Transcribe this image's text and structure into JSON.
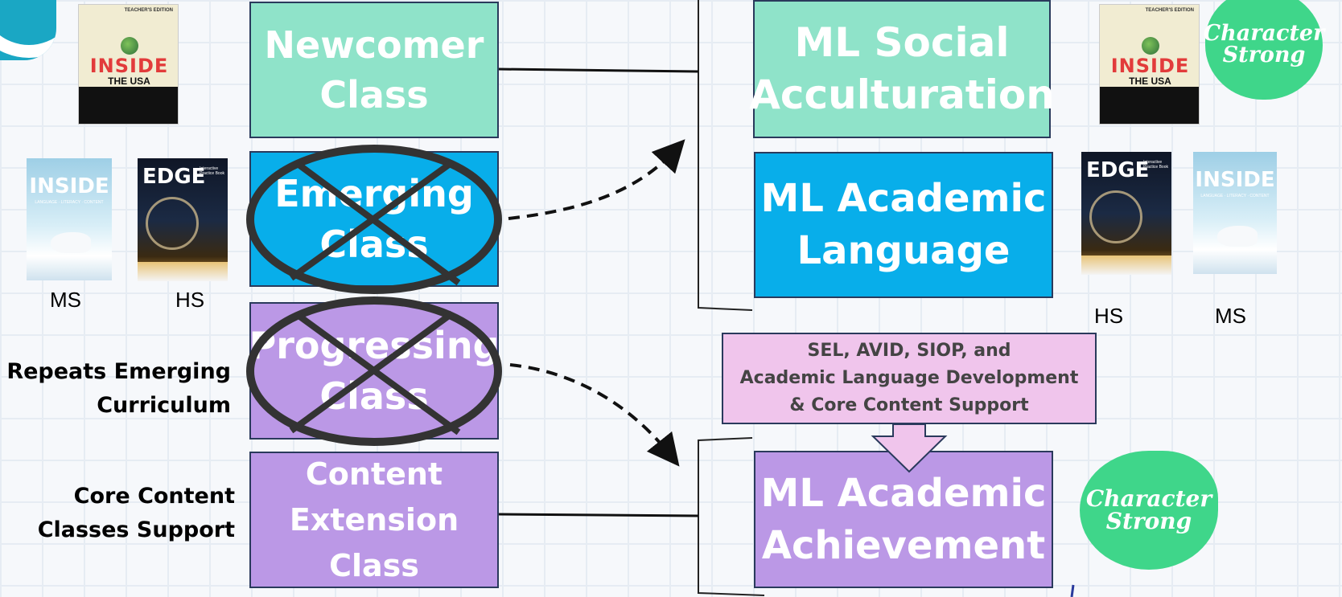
{
  "left_classes": {
    "newcomer": "Newcomer\nClass",
    "emerging": "Emerging\nClass",
    "progressing": "Progressing\nClass",
    "content_extension": "Content\nExtension\nClass"
  },
  "right_classes": {
    "social": "ML Social\nAcculturation",
    "academic_language": "ML Academic\nLanguage",
    "academic_achievement": "ML Academic\nAchievement"
  },
  "support_box": "SEL, AVID, SIOP, and\nAcademic Language Development\n& Core Content Support",
  "side_labels": {
    "repeats": "Repeats Emerging\nCurriculum",
    "core": "Core Content\nClasses Support"
  },
  "grade_labels": {
    "left_ms": "MS",
    "left_hs": "HS",
    "right_hs": "HS",
    "right_ms": "MS"
  },
  "books": {
    "inside_usa": {
      "edition": "TEACHER'S EDITION",
      "title": "INSIDE",
      "subtitle": "THE USA"
    },
    "inside": {
      "title": "INSIDE",
      "tagline": "LANGUAGE · LITERACY · CONTENT"
    },
    "edge": {
      "title": "EDGE",
      "tagline": "Interactive\nPractice Book"
    }
  },
  "logo_text": "Character\nStrong",
  "colors": {
    "teal": "#8fe3c9",
    "blue": "#08aeea",
    "purple": "#bb98e6",
    "pink": "#f0c5ec",
    "logo_green": "#3fd68a",
    "cross_mark": "#333333"
  }
}
